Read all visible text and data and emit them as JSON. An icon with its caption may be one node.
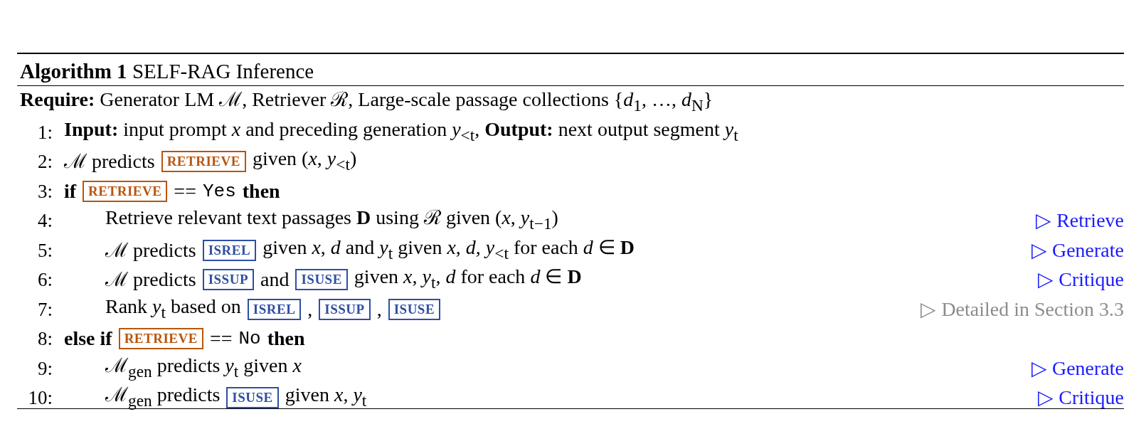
{
  "diagram": {
    "title": "**Algorithm 1** SELF-RAG Inference",
    "nodes": [
      {
        "text": [
          "RETRIEVE"
        ]
      },
      {
        "text": [
          "RETRIEVE"
        ]
      },
      {
        "text": [
          "ISREL"
        ]
      },
      {
        "text": [
          "ISSUP"
        ]
      },
      {
        "text": [
          "ISUSE"
        ]
      },
      {
        "text": [
          "ISREL"
        ]
      },
      {
        "text": [
          "ISSUP"
        ]
      },
      {
        "text": [
          "ISUSE"
        ]
      },
      {
        "text": [
          "RETRIEVE"
        ]
      },
      {
        "text": [
          "ISUSE"
        ]
      }
    ],
    "labels": [
      "**Require:** Generator LM ℳ, Retriever ℛ, Large-scale passage collections {*d*$_{1}$, …, *d*$_{N}$}",
      "1:",
      "**Input:** input prompt *x* and preceding generation *y*$_{<t}$, **Output:** next output segment *y*$_{t}$",
      "2:",
      "ℳ predicts",
      "given (*x*, *y*$_{<t}$)",
      "3:",
      "if",
      "==",
      "Yes",
      "then",
      "4:",
      "Retrieve relevant text passages **D** using ℛ given (*x*, *y*$_{t−1}$)",
      "▷ Retrieve",
      "5:",
      "ℳ predicts",
      "given *x*, *d* and *y*$_{t}$ given *x*, *d*, *y*$_{<t}$ for each *d* ∈ **D**",
      "▷ Generate",
      "6:",
      "ℳ predicts",
      "and",
      "given *x*, *y*$_{t}$, *d* for each *d* ∈ **D**",
      "▷ Critique",
      "7:",
      "Rank *y*$_{t}$ based on",
      ",",
      ",",
      "▷ Detailed in Section 3.3",
      "8:",
      "else if",
      "==",
      "No",
      "then",
      "9:",
      "ℳ$_{gen}$ predicts *y*$_{t}$ given *x*",
      "▷ Generate",
      "10:",
      "ℳ$_{gen}$ predicts",
      "given *x*, *y*$_{t}$",
      "▷ Critique"
    ]
  }
}
